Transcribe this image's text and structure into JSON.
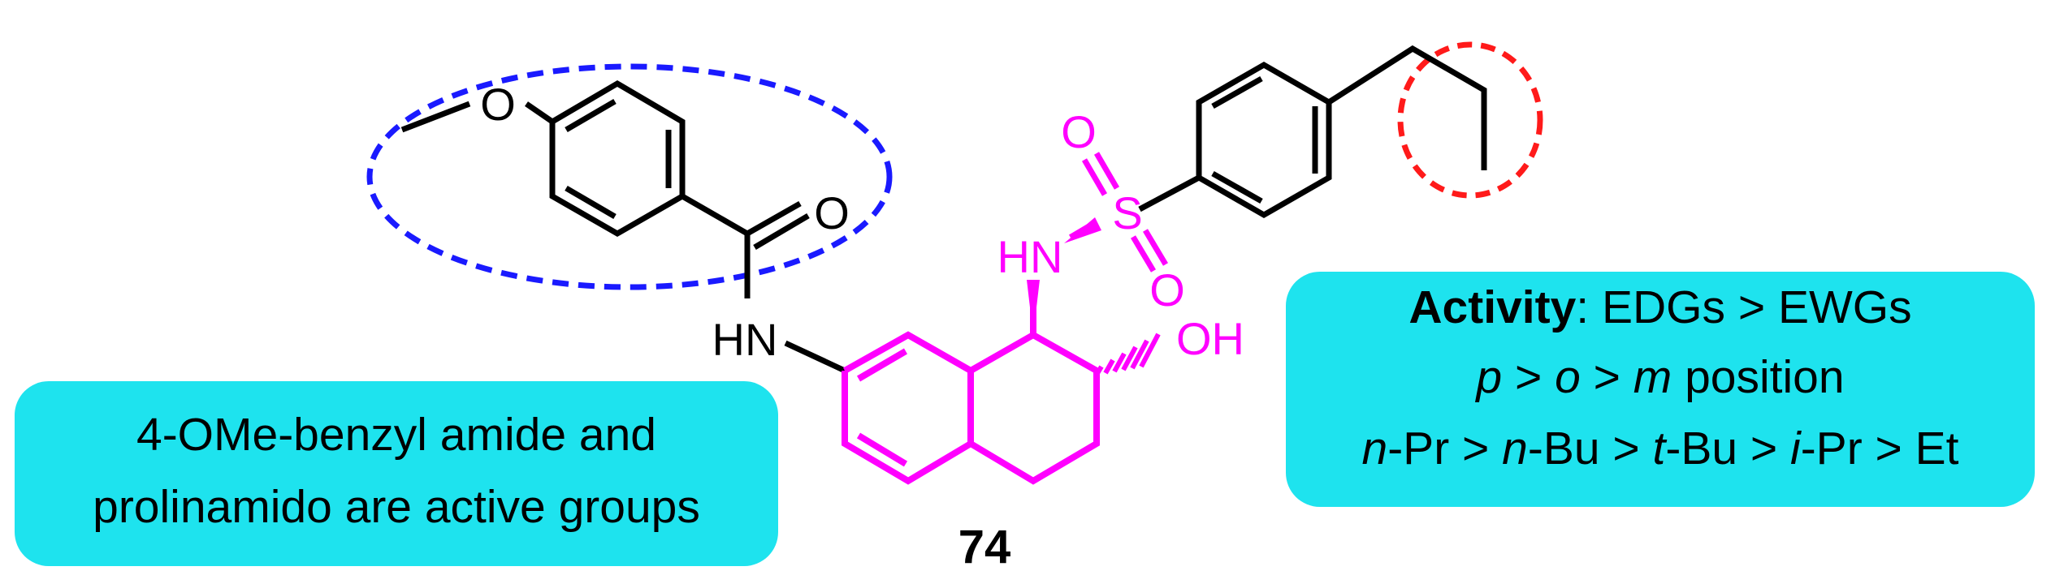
{
  "compound_label": "74",
  "atoms": {
    "methoxy_oxygen": "O",
    "carbonyl_oxygen": "O",
    "amide_nh": "HN",
    "sulfonamide_nh": "HN",
    "sulfur": "S",
    "sulfonyl_oxygen_top": "O",
    "sulfonyl_oxygen_bottom": "O",
    "hydroxyl": "OH"
  },
  "left_note": {
    "line1": "4-OMe-benzyl amide and",
    "line2": "prolinamido are active groups"
  },
  "right_note": {
    "line1_bold": "Activity",
    "line1_rest": ": EDGs > EWGs",
    "line2": [
      {
        "t": "p",
        "i": true
      },
      {
        "t": " > ",
        "i": false
      },
      {
        "t": "o",
        "i": true
      },
      {
        "t": " > ",
        "i": false
      },
      {
        "t": "m",
        "i": true
      },
      {
        "t": " position",
        "i": false
      }
    ],
    "line3": [
      {
        "t": "n",
        "i": true
      },
      {
        "t": "-Pr > ",
        "i": false
      },
      {
        "t": "n",
        "i": true
      },
      {
        "t": "-Bu > ",
        "i": false
      },
      {
        "t": "t",
        "i": true
      },
      {
        "t": "-Bu > ",
        "i": false
      },
      {
        "t": "i",
        "i": true
      },
      {
        "t": "-Pr > Et",
        "i": false
      }
    ]
  },
  "colors": {
    "structure": "#000000",
    "core": "#ff00ff",
    "highlight_box": "#1ee3ee",
    "blue_ellipse": "#1a1aff",
    "red_circle": "#ff1a1a"
  }
}
